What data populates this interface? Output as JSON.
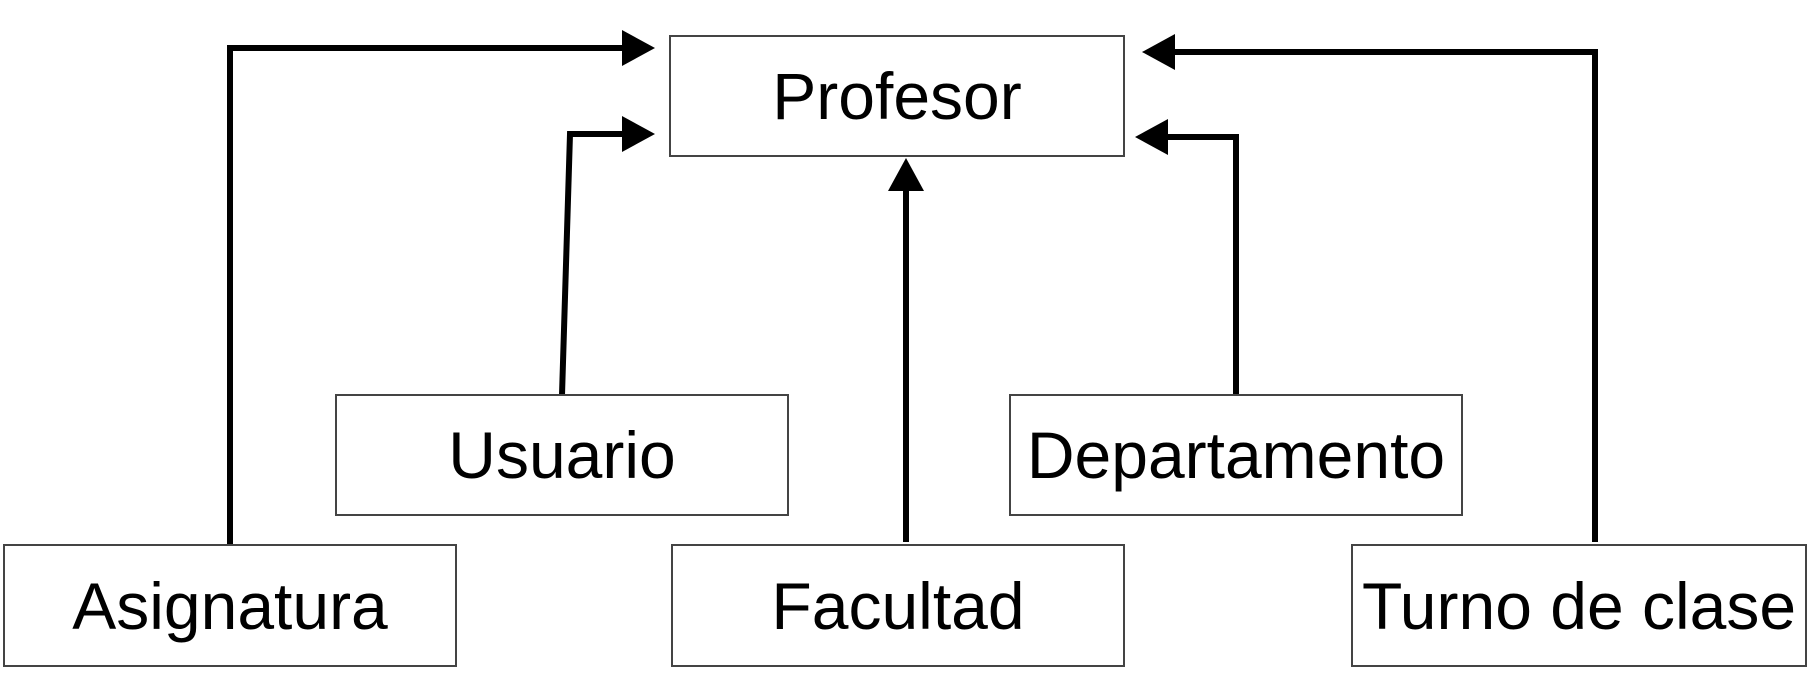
{
  "diagram": {
    "nodes": {
      "profesor": {
        "label": "Profesor"
      },
      "usuario": {
        "label": "Usuario"
      },
      "departamento": {
        "label": "Departamento"
      },
      "asignatura": {
        "label": "Asignatura"
      },
      "facultad": {
        "label": "Facultad"
      },
      "turno": {
        "label": "Turno de clase"
      }
    },
    "edges": [
      {
        "from": "asignatura",
        "to": "profesor"
      },
      {
        "from": "usuario",
        "to": "profesor"
      },
      {
        "from": "facultad",
        "to": "profesor"
      },
      {
        "from": "departamento",
        "to": "profesor"
      },
      {
        "from": "turno",
        "to": "profesor"
      }
    ],
    "colors": {
      "line": "#000000",
      "box_border": "#444444",
      "background": "#ffffff"
    }
  }
}
